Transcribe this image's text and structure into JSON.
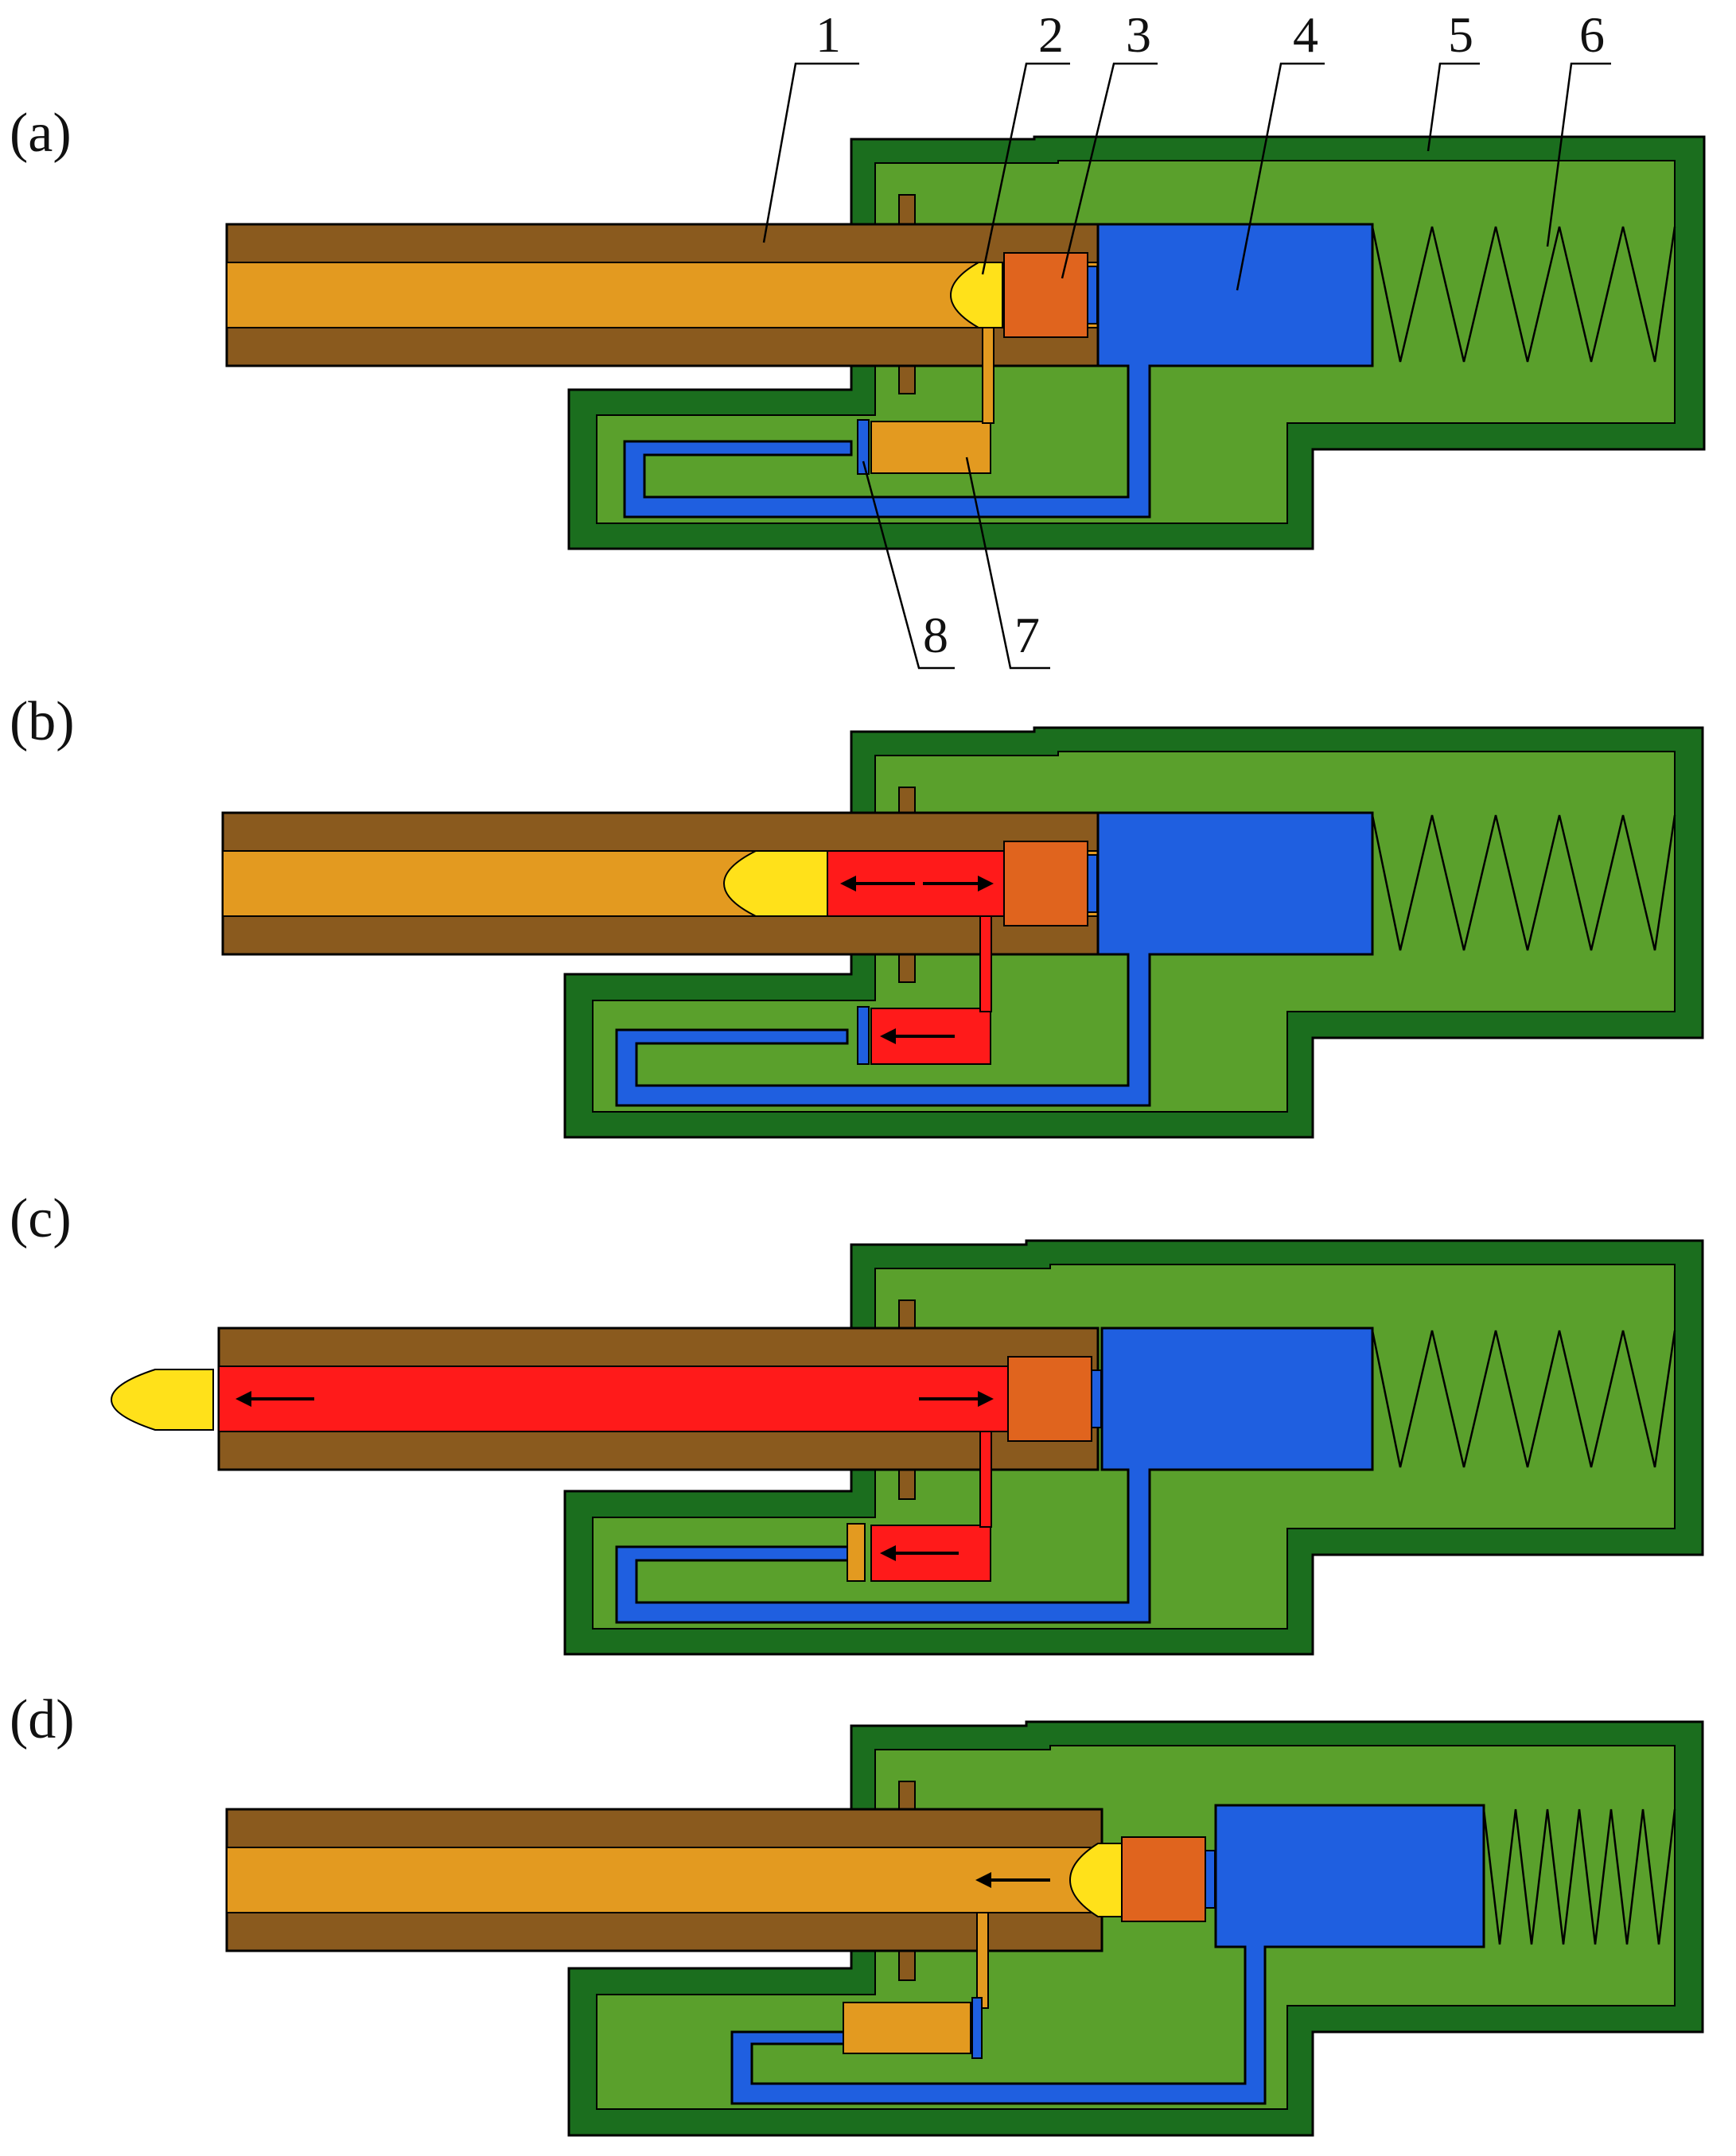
{
  "panels": [
    {
      "label": "(a)"
    },
    {
      "label": "(b)"
    },
    {
      "label": "(c)"
    },
    {
      "label": "(d)"
    }
  ],
  "callouts": [
    "1",
    "2",
    "3",
    "4",
    "5",
    "6",
    "7",
    "8"
  ],
  "colors": {
    "housing_dark_green": "#1b6e1e",
    "housing_light_green": "#5aa02c",
    "barrel_brown": "#8a5a1e",
    "bore_orange": "#e39a20",
    "pressure_red": "#ff1a1a",
    "piston_blue": "#1f5fe0",
    "seal_orange": "#e0641e",
    "bullet_yellow": "#ffe11a"
  },
  "icons": [
    "spring-icon",
    "arrow-left-icon",
    "arrow-right-icon"
  ]
}
